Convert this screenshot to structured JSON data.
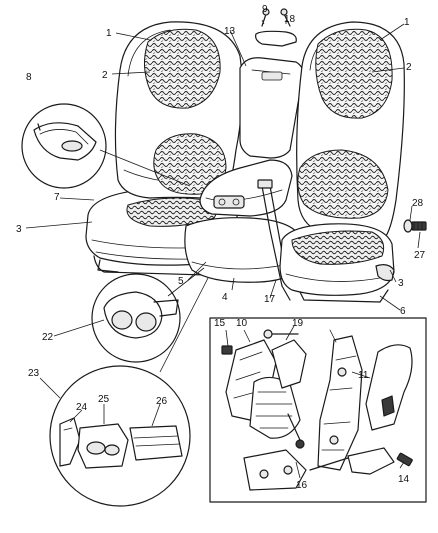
{
  "callouts": {
    "c1a": "1",
    "c1b": "1",
    "c2a": "2",
    "c2b": "2",
    "c3a": "3",
    "c3b": "3",
    "c4": "4",
    "c5": "5",
    "c6": "6",
    "c7": "7",
    "c8": "8",
    "c9": "9",
    "c10": "10",
    "c11": "11",
    "c13": "13",
    "c14": "14",
    "c15": "15",
    "c16": "16",
    "c17": "17",
    "c18": "18",
    "c19": "19",
    "c22": "22",
    "c23": "23",
    "c24": "24",
    "c25": "25",
    "c26": "26",
    "c27": "27",
    "c28": "28"
  }
}
